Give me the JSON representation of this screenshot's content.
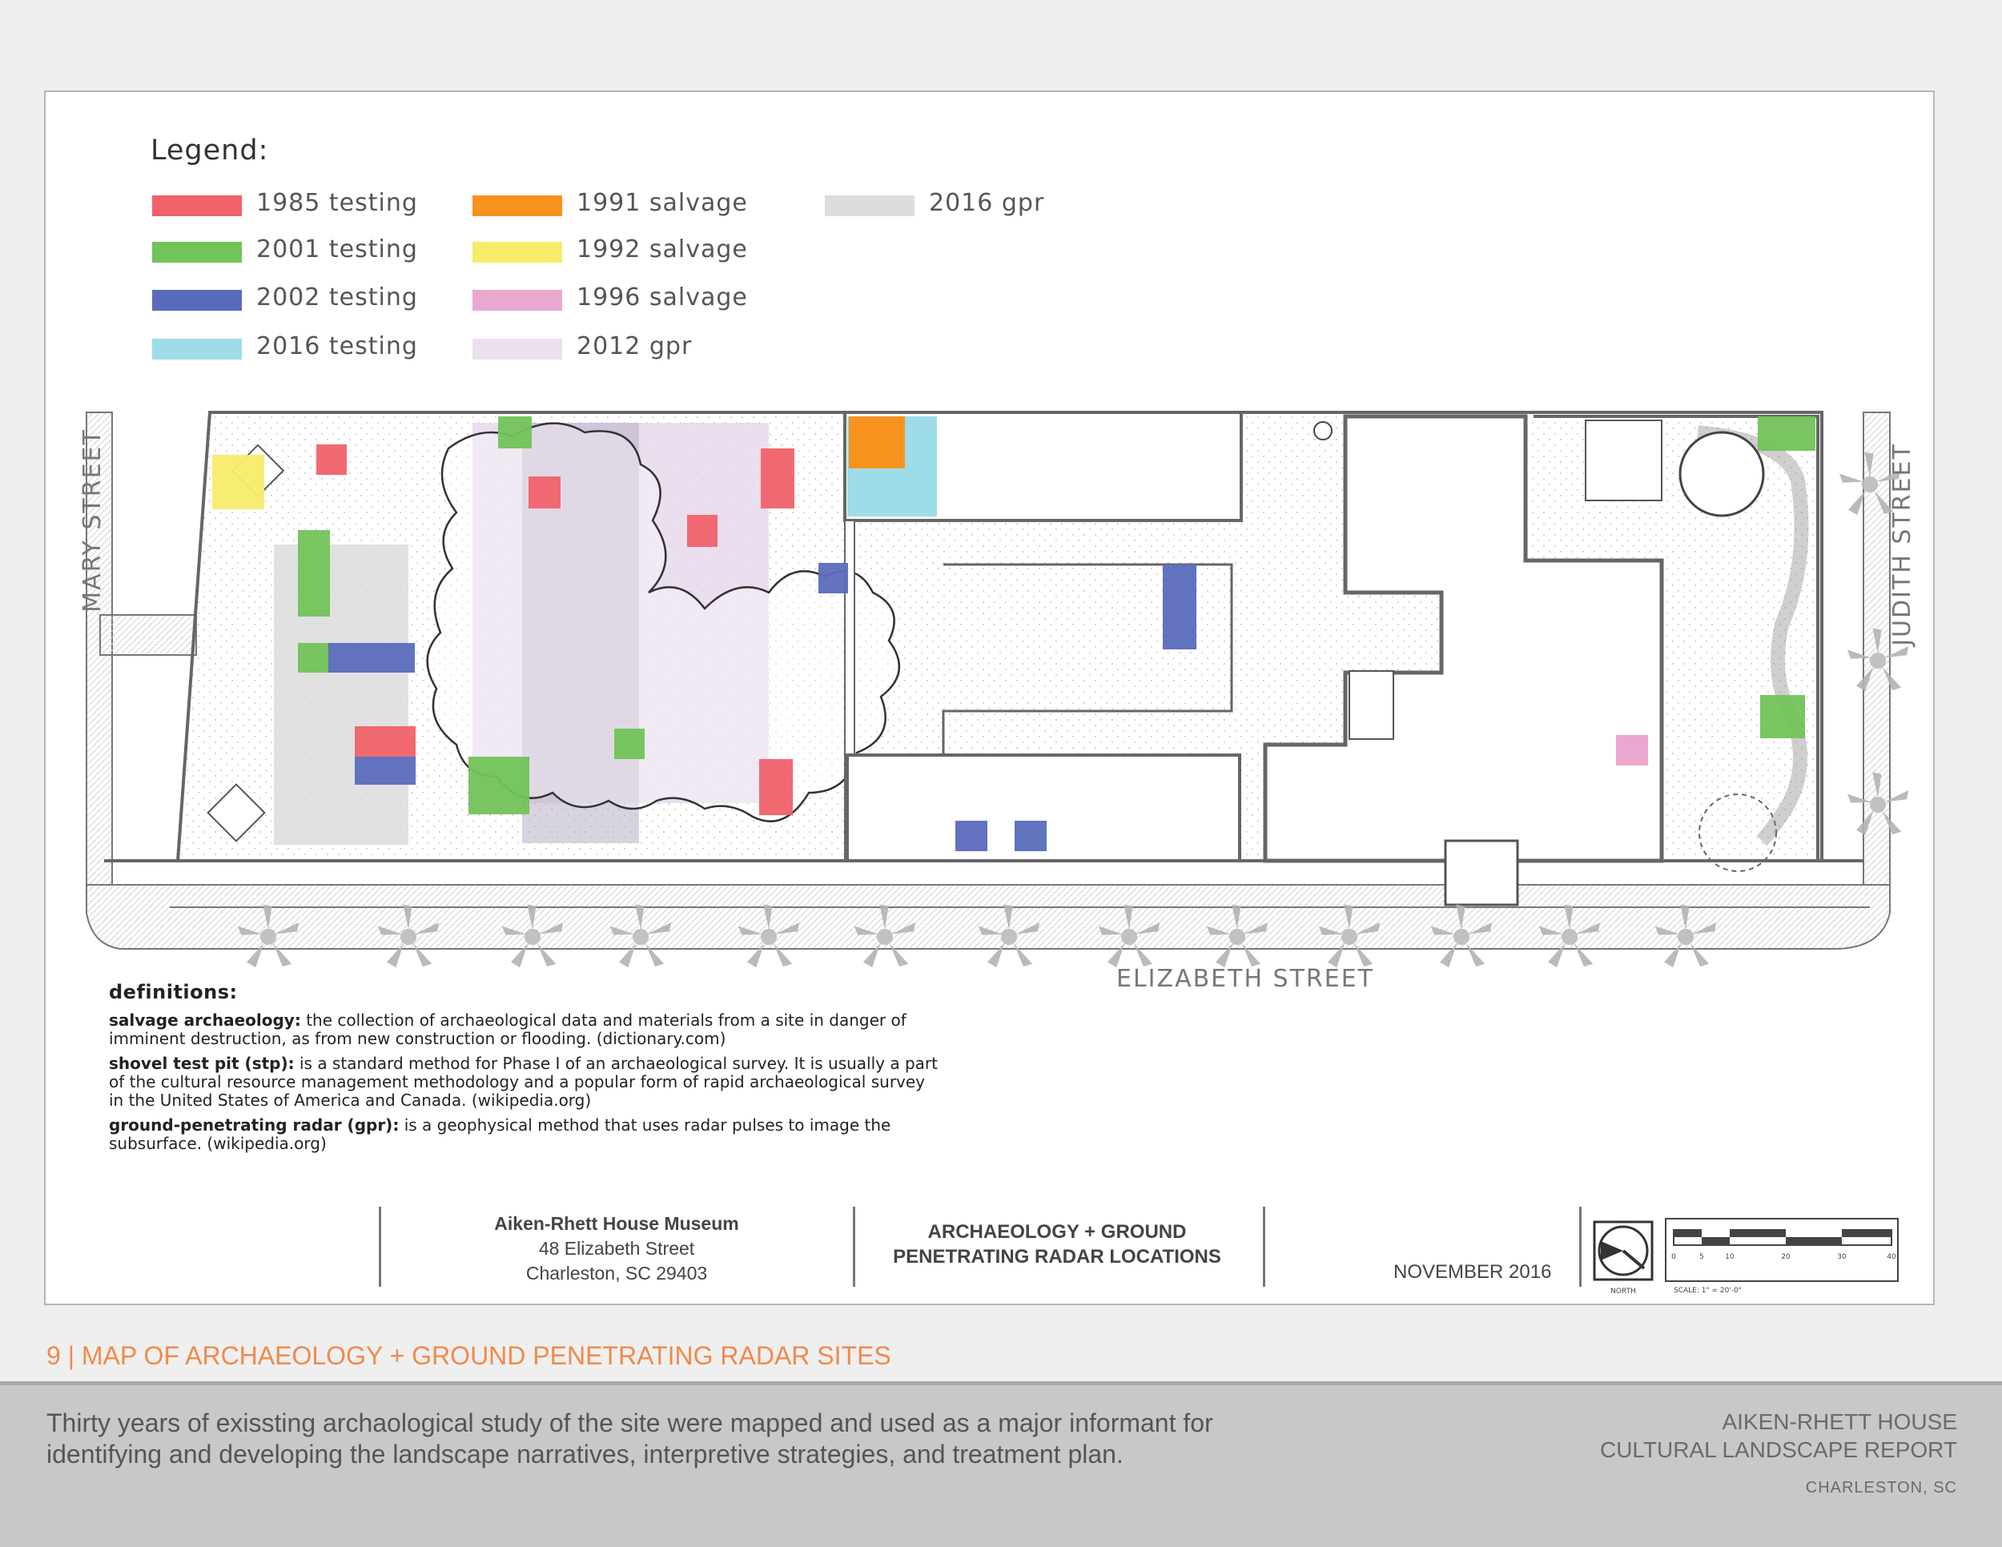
{
  "legend": {
    "title": "Legend:",
    "items": [
      {
        "label": "1985 testing",
        "color": "#f0626a"
      },
      {
        "label": "2001 testing",
        "color": "#72c35a"
      },
      {
        "label": "2002 testing",
        "color": "#5a6bbd"
      },
      {
        "label": "2016 testing",
        "color": "#9fdcea"
      },
      {
        "label": "1991 salvage",
        "color": "#f7921e"
      },
      {
        "label": "1992 salvage",
        "color": "#f5ec6a"
      },
      {
        "label": "1996 salvage",
        "color": "#eaa8d0"
      },
      {
        "label": "2012 gpr",
        "color": "#ece0ef"
      },
      {
        "label": "2016 gpr",
        "color": "#dddddd"
      }
    ]
  },
  "streets": {
    "west": "MARY STREET",
    "east": "JUDITH STREET",
    "south": "ELIZABETH STREET"
  },
  "definitions": {
    "heading": "definitions:",
    "salvage_term": "salvage archaeology:",
    "salvage_text": "the collection of archaeological data and materials from a site in danger of imminent destruction, as from new construction or flooding. (dictionary.com)",
    "stp_term": "shovel test pit (stp):",
    "stp_text": "is a standard method for Phase I of an archaeological survey. It is usually a part of the cultural resource management methodology and a popular form of rapid archaeological survey in the United States of America and Canada. (wikipedia.org)",
    "gpr_term": "ground-penetrating radar (gpr):",
    "gpr_text": "is a geophysical method that uses radar pulses to image the subsurface. (wikipedia.org)"
  },
  "title_block": {
    "museum_name": "Aiken-Rhett House Museum",
    "address": "48 Elizabeth Street",
    "city": "Charleston, SC 29403",
    "drawing_title_1": "ARCHAEOLOGY + GROUND",
    "drawing_title_2": "PENETRATING RADAR LOCATIONS",
    "date": "NOVEMBER 2016",
    "north_label": "NORTH",
    "scale_label": "SCALE: 1\" = 20'-0\"",
    "scale_ticks": [
      "0",
      "5",
      "10",
      "20",
      "30",
      "40"
    ]
  },
  "caption": {
    "number": "9",
    "separator": " | ",
    "title": "MAP OF ARCHAEOLOGY + GROUND PENETRATING RADAR SITES"
  },
  "footer": {
    "description": "Thirty years of exissting archaological study of the site were mapped and used as a major informant for identifying and developing the landscape narratives, interpretive strategies, and treatment plan.",
    "report_line1": "AIKEN-RHETT HOUSE",
    "report_line2": "CULTURAL LANDSCAPE REPORT",
    "city": "CHARLESTON, SC"
  }
}
